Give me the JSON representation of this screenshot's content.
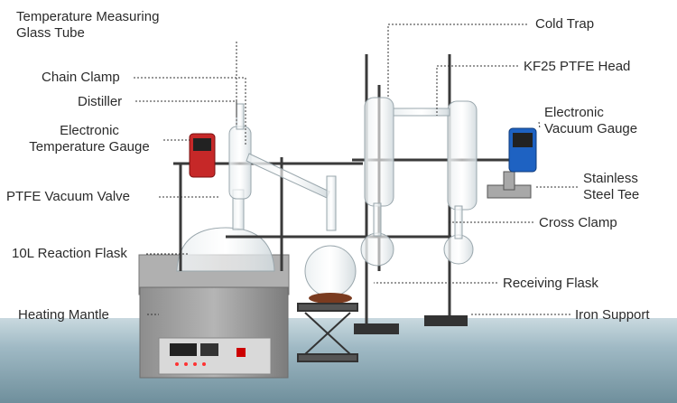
{
  "labels": {
    "temp_tube": [
      "Temperature Measuring",
      "Glass Tube"
    ],
    "chain_clamp": "Chain Clamp",
    "distiller": "Distiller",
    "temp_gauge": [
      "Electronic",
      "Temperature Gauge"
    ],
    "ptfe_valve": "PTFE Vacuum Valve",
    "reaction_flask": "10L Reaction Flask",
    "heating_mantle": "Heating Mantle",
    "cold_trap": "Cold Trap",
    "kf25_head": "KF25 PTFE Head",
    "vacuum_gauge": [
      "Electronic",
      "Vacuum Gauge"
    ],
    "steel_tee": [
      "Stainless",
      "Steel Tee"
    ],
    "cross_clamp": "Cross Clamp",
    "receiving_flask": "Receiving Flask",
    "iron_support": "Iron Support"
  },
  "colors": {
    "background_top": "#ffffff",
    "floor": "#9fb9c4",
    "leader": "#333333",
    "mantle_body": "#9a9a9a"
  }
}
